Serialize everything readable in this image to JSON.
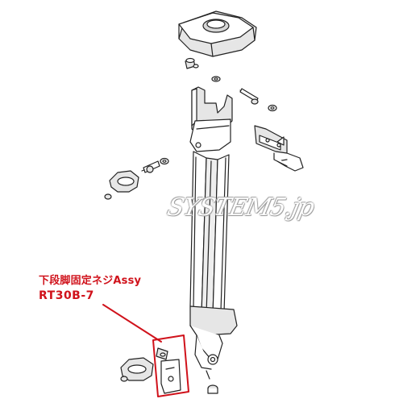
{
  "callout": {
    "part_name": "下段脚固定ネジAssy",
    "part_code": "RT30B-7",
    "color": "#d0121b"
  },
  "watermark": {
    "text": "SYSTEM5.jp"
  },
  "colors": {
    "line": "#222222",
    "fill": "#ffffff",
    "shade": "#e6e6e6",
    "highlight": "#d0121b"
  }
}
